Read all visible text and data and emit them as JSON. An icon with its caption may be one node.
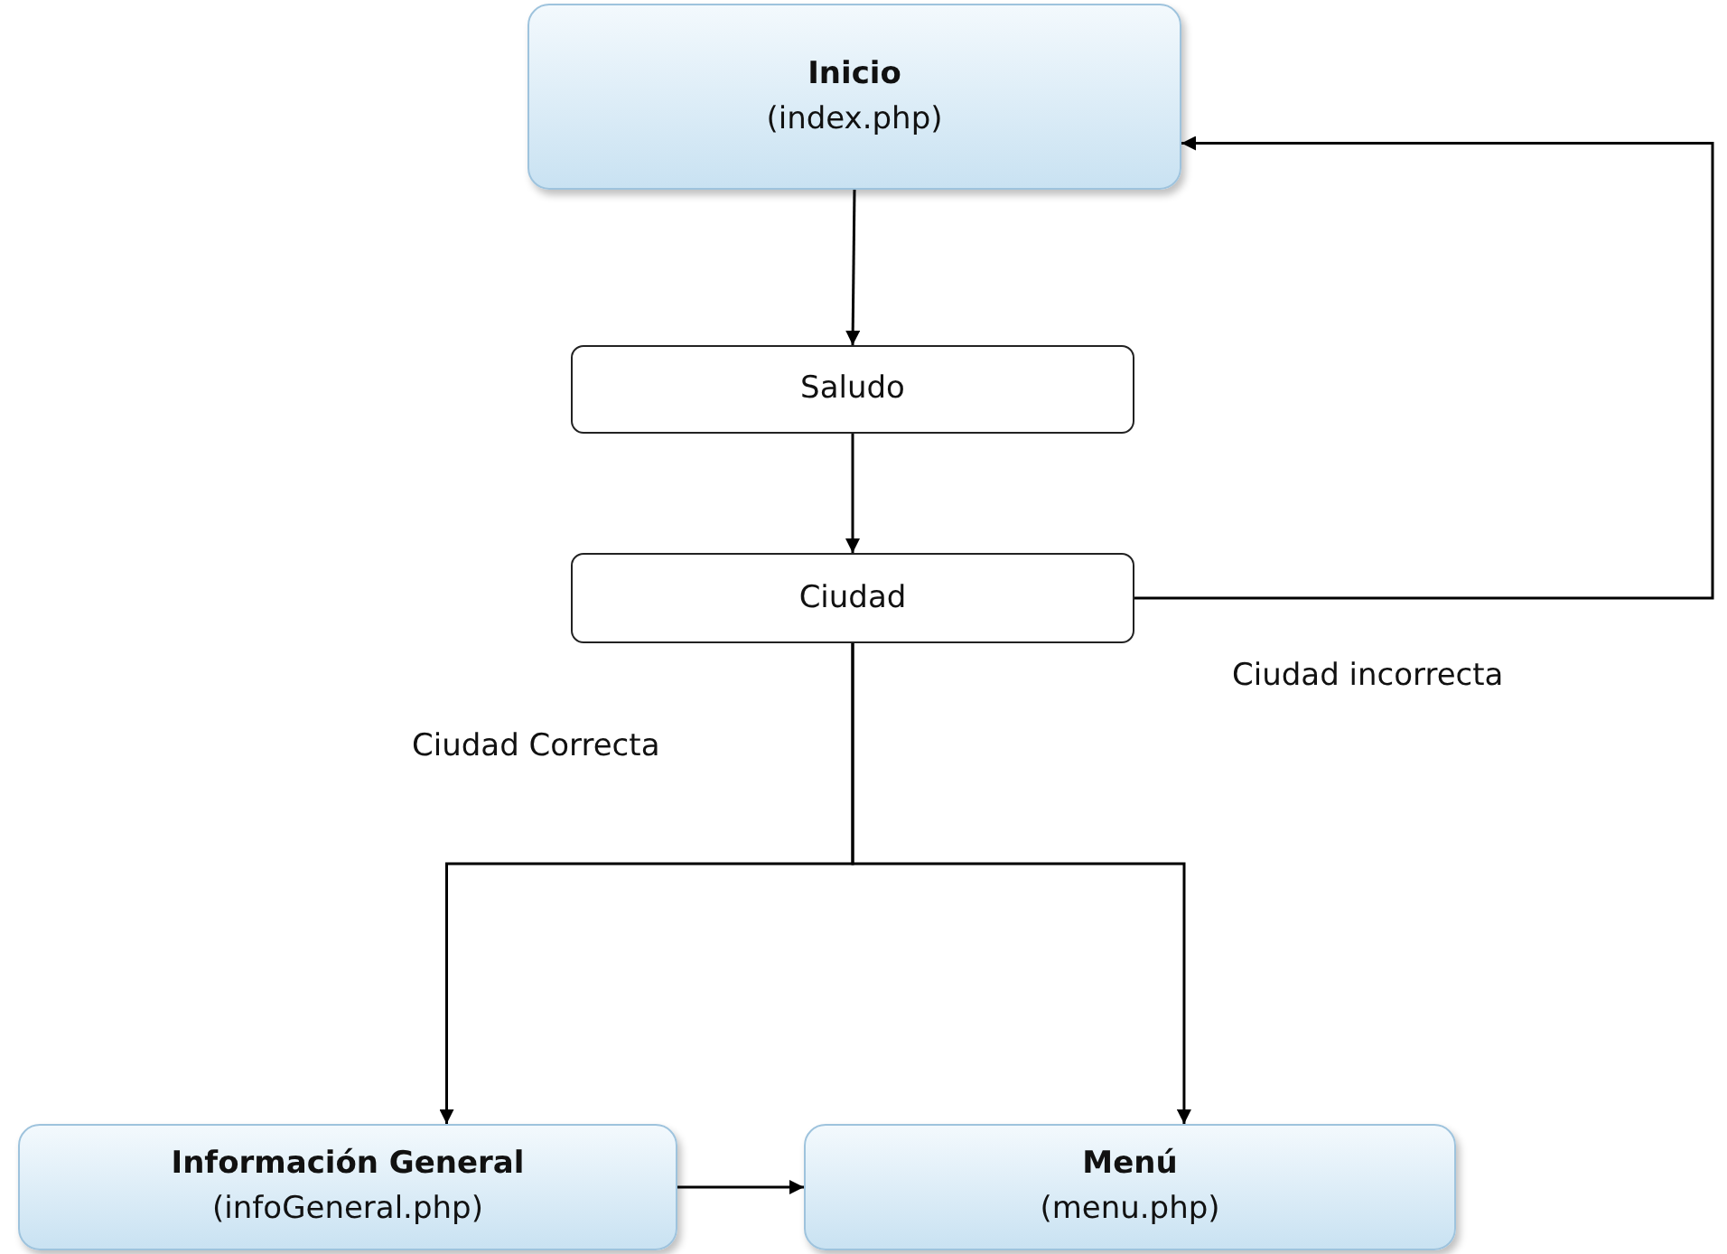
{
  "diagram": {
    "nodes": [
      {
        "text": [
          "Inicio",
          "(index.php)"
        ]
      },
      {
        "text": [
          "Saludo"
        ]
      },
      {
        "text": [
          "Ciudad"
        ]
      },
      {
        "text": [
          "Información General",
          "(infoGeneral.php)"
        ]
      },
      {
        "text": [
          "Menú",
          "(menu.php)"
        ]
      }
    ],
    "edges": [
      {
        "from": 0,
        "to": 1,
        "arrow": "to"
      },
      {
        "from": 1,
        "to": 2,
        "arrow": "to"
      },
      {
        "from": 2,
        "to": 0,
        "arrow": "to",
        "label": "Ciudad incorrecta"
      },
      {
        "from": 2,
        "to": 3,
        "arrow": "to",
        "label": "Ciudad Correcta"
      },
      {
        "from": 2,
        "to": 4,
        "arrow": "to"
      },
      {
        "from": 3,
        "to": 4,
        "arrow": "to"
      }
    ]
  }
}
